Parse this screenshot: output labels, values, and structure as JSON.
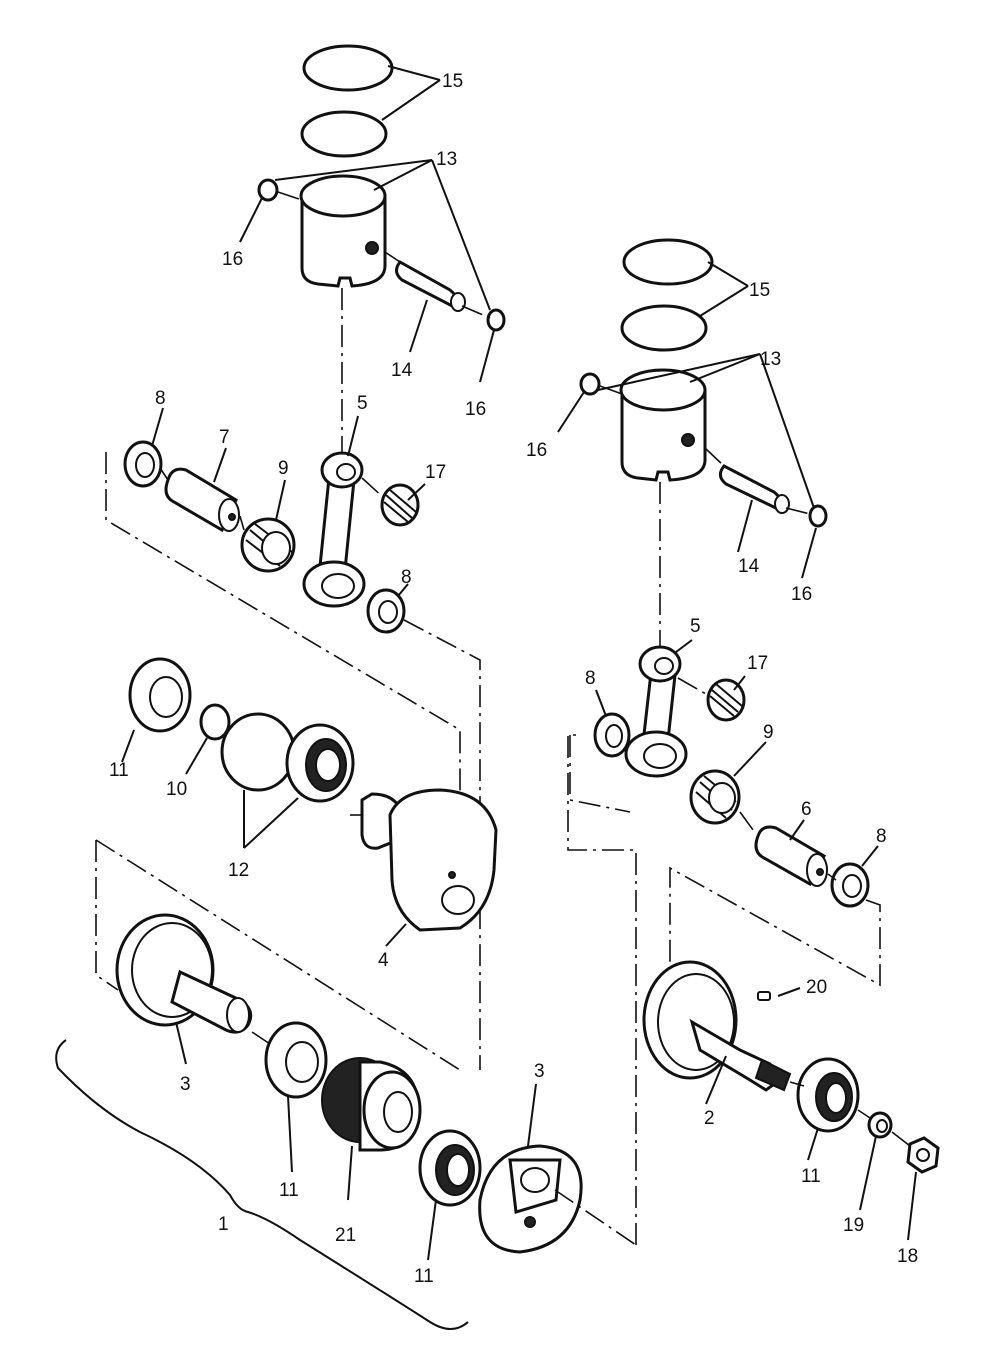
{
  "diagram": {
    "callouts": [
      {
        "id": "c15a",
        "label": "15"
      },
      {
        "id": "c13a",
        "label": "13"
      },
      {
        "id": "c16a",
        "label": "16"
      },
      {
        "id": "c14a",
        "label": "14"
      },
      {
        "id": "c16b",
        "label": "16"
      },
      {
        "id": "c8a",
        "label": "8"
      },
      {
        "id": "c7",
        "label": "7"
      },
      {
        "id": "c9a",
        "label": "9"
      },
      {
        "id": "c5a",
        "label": "5"
      },
      {
        "id": "c17a",
        "label": "17"
      },
      {
        "id": "c8b",
        "label": "8"
      },
      {
        "id": "c11a",
        "label": "11"
      },
      {
        "id": "c10",
        "label": "10"
      },
      {
        "id": "c12",
        "label": "12"
      },
      {
        "id": "c4",
        "label": "4"
      },
      {
        "id": "c3a",
        "label": "3"
      },
      {
        "id": "c11b",
        "label": "11"
      },
      {
        "id": "c21",
        "label": "21"
      },
      {
        "id": "c11c",
        "label": "11"
      },
      {
        "id": "c3b",
        "label": "3"
      },
      {
        "id": "c1",
        "label": "1"
      },
      {
        "id": "c15b",
        "label": "15"
      },
      {
        "id": "c13b",
        "label": "13"
      },
      {
        "id": "c16c",
        "label": "16"
      },
      {
        "id": "c14b",
        "label": "14"
      },
      {
        "id": "c16d",
        "label": "16"
      },
      {
        "id": "c5b",
        "label": "5"
      },
      {
        "id": "c17b",
        "label": "17"
      },
      {
        "id": "c8c",
        "label": "8"
      },
      {
        "id": "c9b",
        "label": "9"
      },
      {
        "id": "c6",
        "label": "6"
      },
      {
        "id": "c8d",
        "label": "8"
      },
      {
        "id": "c20",
        "label": "20"
      },
      {
        "id": "c2",
        "label": "2"
      },
      {
        "id": "c11d",
        "label": "11"
      },
      {
        "id": "c19",
        "label": "19"
      },
      {
        "id": "c18",
        "label": "18"
      }
    ]
  }
}
